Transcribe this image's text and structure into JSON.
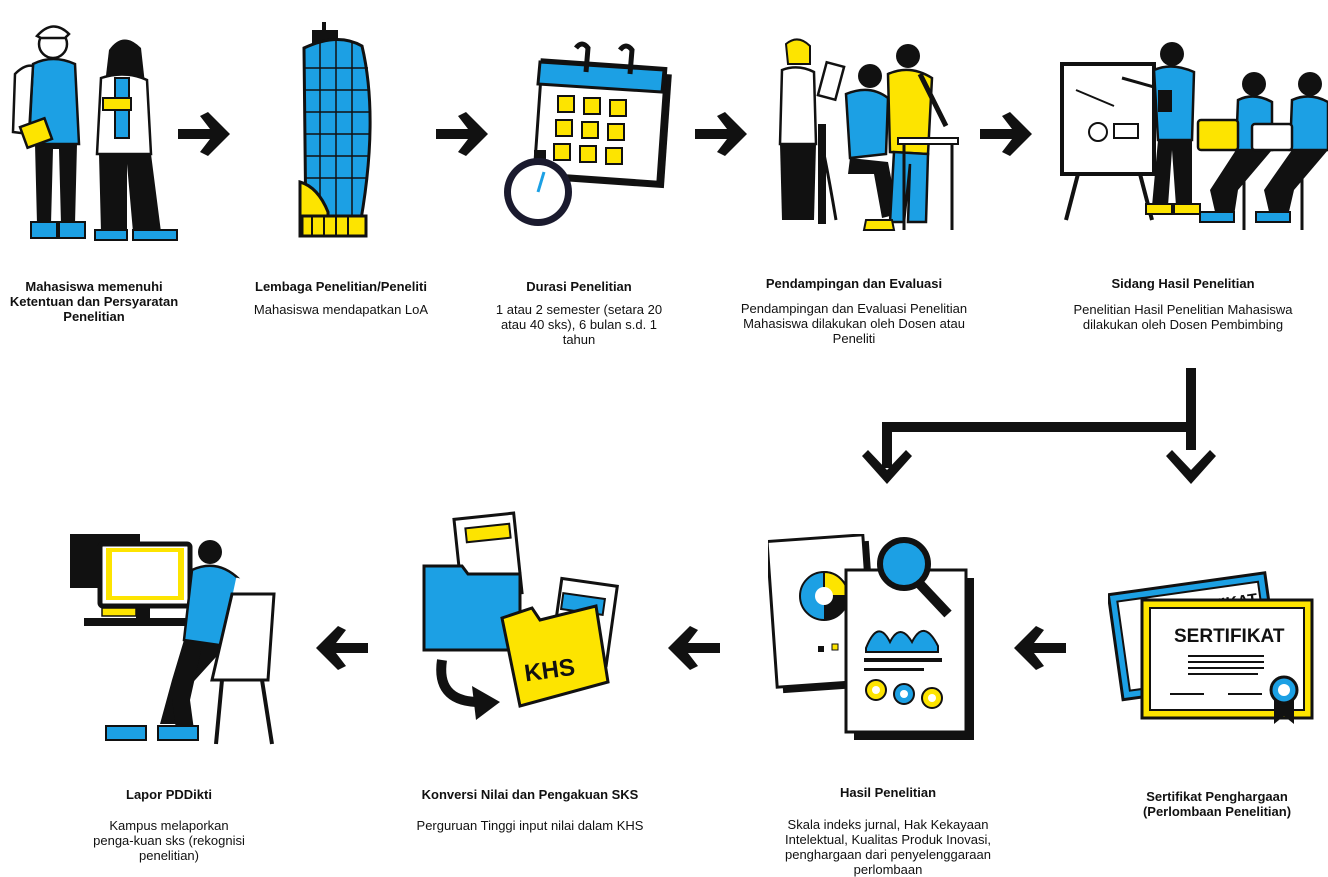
{
  "colors": {
    "blue": "#1ca0e4",
    "yellow": "#fde400",
    "black": "#111111",
    "white": "#ffffff"
  },
  "steps": [
    {
      "title": "Mahasiswa memenuhi Ketentuan dan Persyaratan Penelitian",
      "description": "",
      "icon": "students-icon"
    },
    {
      "title": "Lembaga Penelitian/Peneliti",
      "description": "Mahasiswa mendapatkan LoA",
      "icon": "building-icon"
    },
    {
      "title": "Durasi Penelitian",
      "description": "1 atau 2 semester (setara 20 atau 40 sks), 6 bulan s.d. 1 tahun",
      "icon": "calendar-stopwatch-icon"
    },
    {
      "title": "Pendampingan dan Evaluasi",
      "description": "Pendampingan dan Evaluasi Penelitian Mahasiswa dilakukan oleh Dosen atau Peneliti",
      "icon": "mentoring-icon"
    },
    {
      "title": "Sidang Hasil Penelitian",
      "description": "Penelitian Hasil Penelitian Mahasiswa dilakukan oleh Dosen Pembimbing",
      "icon": "presentation-icon"
    },
    {
      "title": "Sertifikat Penghargaan (Perlombaan Penelitian)",
      "description": "",
      "icon": "certificate-icon"
    },
    {
      "title": "Hasil Penelitian",
      "description": "Skala indeks jurnal, Hak Kekayaan Intelektual, Kualitas Produk Inovasi, penghargaan dari penyelenggaraan perlombaan",
      "icon": "research-results-icon"
    },
    {
      "title": "Konversi Nilai dan Pengakuan SKS",
      "description": "Perguruan Tinggi input nilai dalam KHS",
      "icon": "khs-folder-icon"
    },
    {
      "title": "Lapor PDDikti",
      "description": "Kampus melaporkan penga-kuan sks (rekognisi penelitian)",
      "icon": "computer-worker-icon"
    }
  ],
  "labels": {
    "certificate_front": "SERTIFIKAT",
    "certificate_back": "SERTIFIKAT",
    "folder": "KHS"
  }
}
